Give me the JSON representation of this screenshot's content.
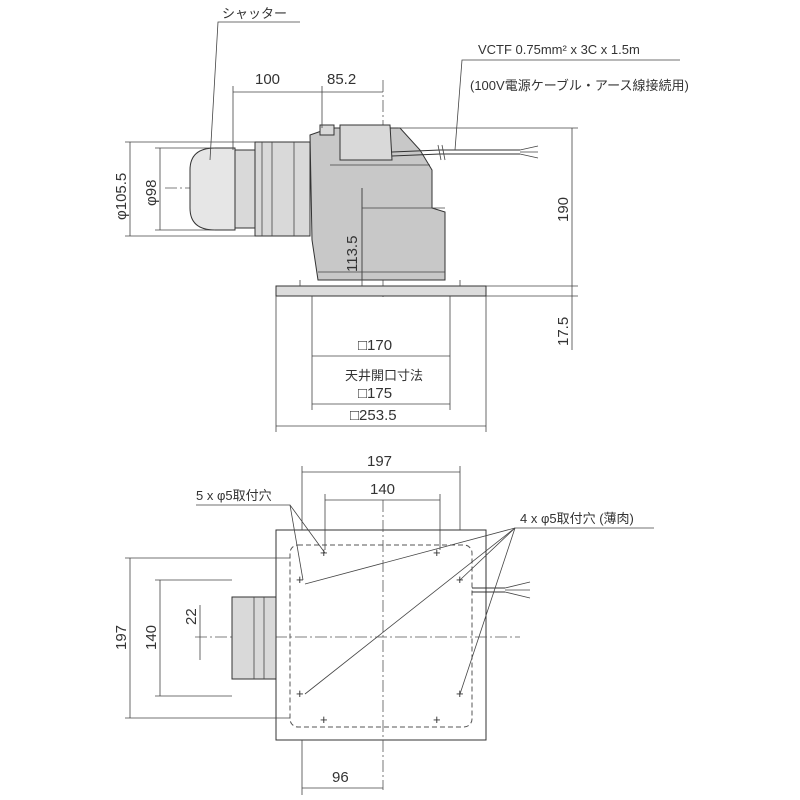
{
  "labels": {
    "shutter": "シャッター",
    "cable": "VCTF 0.75mm² x 3C x 1.5m",
    "cable_note": "(100V電源ケーブル・アース線接続用)",
    "ceiling_opening": "天井開口寸法",
    "holes_5": "5 x φ5取付穴",
    "holes_4": "4 x φ5取付穴 (薄肉)"
  },
  "dims_side": {
    "d100": "100",
    "d85": "85.2",
    "dia105": "φ105.5",
    "dia98": "φ98",
    "h190": "190",
    "h113": "113.5",
    "h17": "17.5",
    "sq170": "□170",
    "sq175": "□175",
    "sq253": "□253.5"
  },
  "dims_plan": {
    "w197": "197",
    "w140": "140",
    "h197": "197",
    "h140": "140",
    "h22": "22",
    "w96": "96"
  }
}
